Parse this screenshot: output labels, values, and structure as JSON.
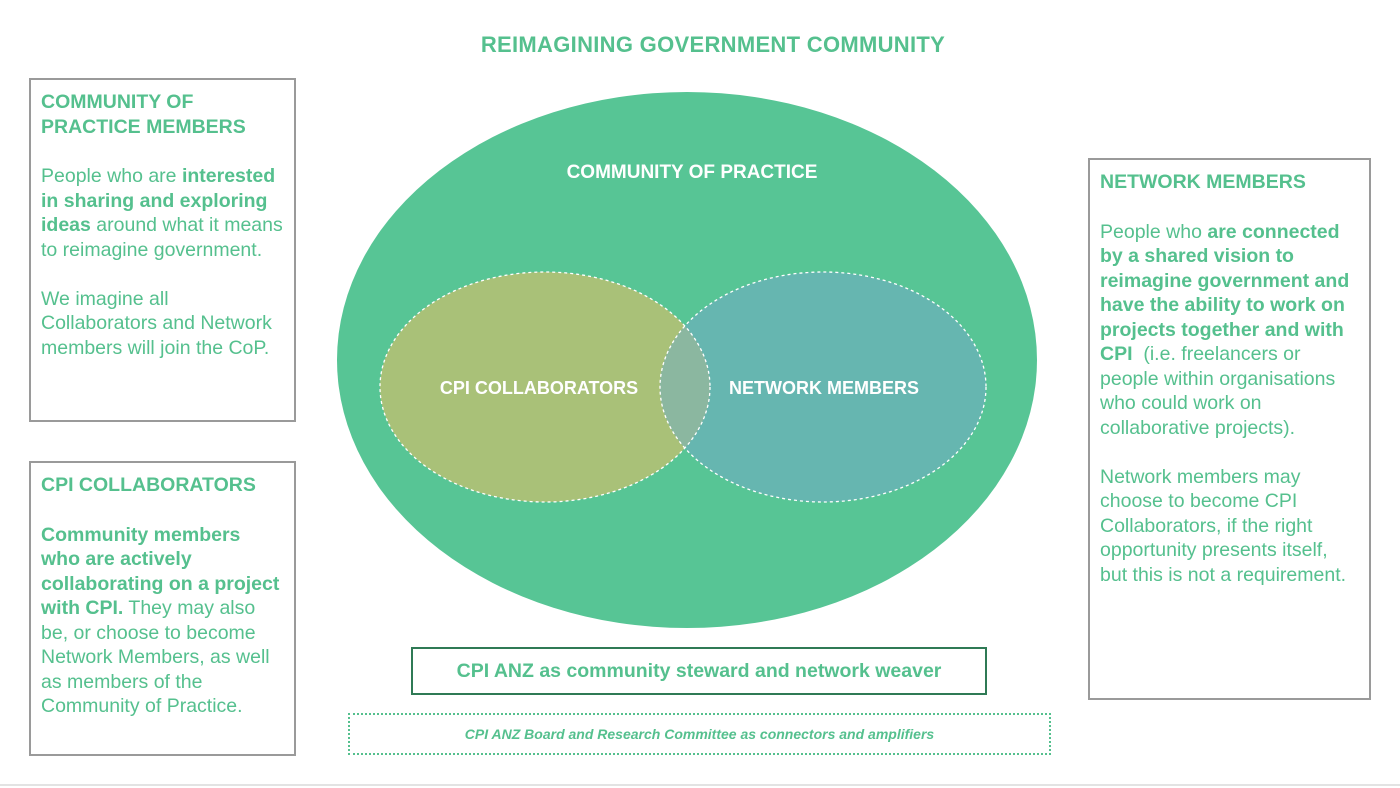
{
  "title": "REIMAGINING GOVERNMENT COMMUNITY",
  "colors": {
    "accent_green": "#55c08e",
    "cop_ellipse": "#57c595",
    "collaborators_ellipse": "#a9c178",
    "network_ellipse": "#66b6b0",
    "overlap": "#8bb7a0",
    "box_border": "#9a9a9a",
    "steward_border": "#2f7a55"
  },
  "diagram": {
    "cop_label": "COMMUNITY OF PRACTICE",
    "collaborators_label": "CPI COLLABORATORS",
    "network_label": "NETWORK MEMBERS"
  },
  "cop_box": {
    "heading": "COMMUNITY OF PRACTICE MEMBERS",
    "p1_pre": "People who are",
    "p1_bold": "interested in sharing and exploring ideas",
    "p1_post": "around what it means to reimagine government.",
    "p2": "We imagine all Collaborators and Network members will join the CoP."
  },
  "collab_box": {
    "heading": "CPI COLLABORATORS",
    "p1_bold": "Community members who are actively collaborating on a project with CPI.",
    "p1_post": "They may also be, or choose to become Network Members, as well as members of the Community of Practice."
  },
  "network_box": {
    "heading": "NETWORK MEMBERS",
    "p1_pre": "People who",
    "p1_bold": "are connected by a shared vision to reimagine government and have the ability to work on projects together and with CPI",
    "p1_post": "(i.e. freelancers or people within organisations who could work on collaborative projects).",
    "p2": "Network members may choose to become CPI Collaborators, if the right opportunity presents itself, but this is not a requirement."
  },
  "steward": "CPI ANZ as community steward and network weaver",
  "board": "CPI ANZ Board and Research Committee as connectors and amplifiers"
}
